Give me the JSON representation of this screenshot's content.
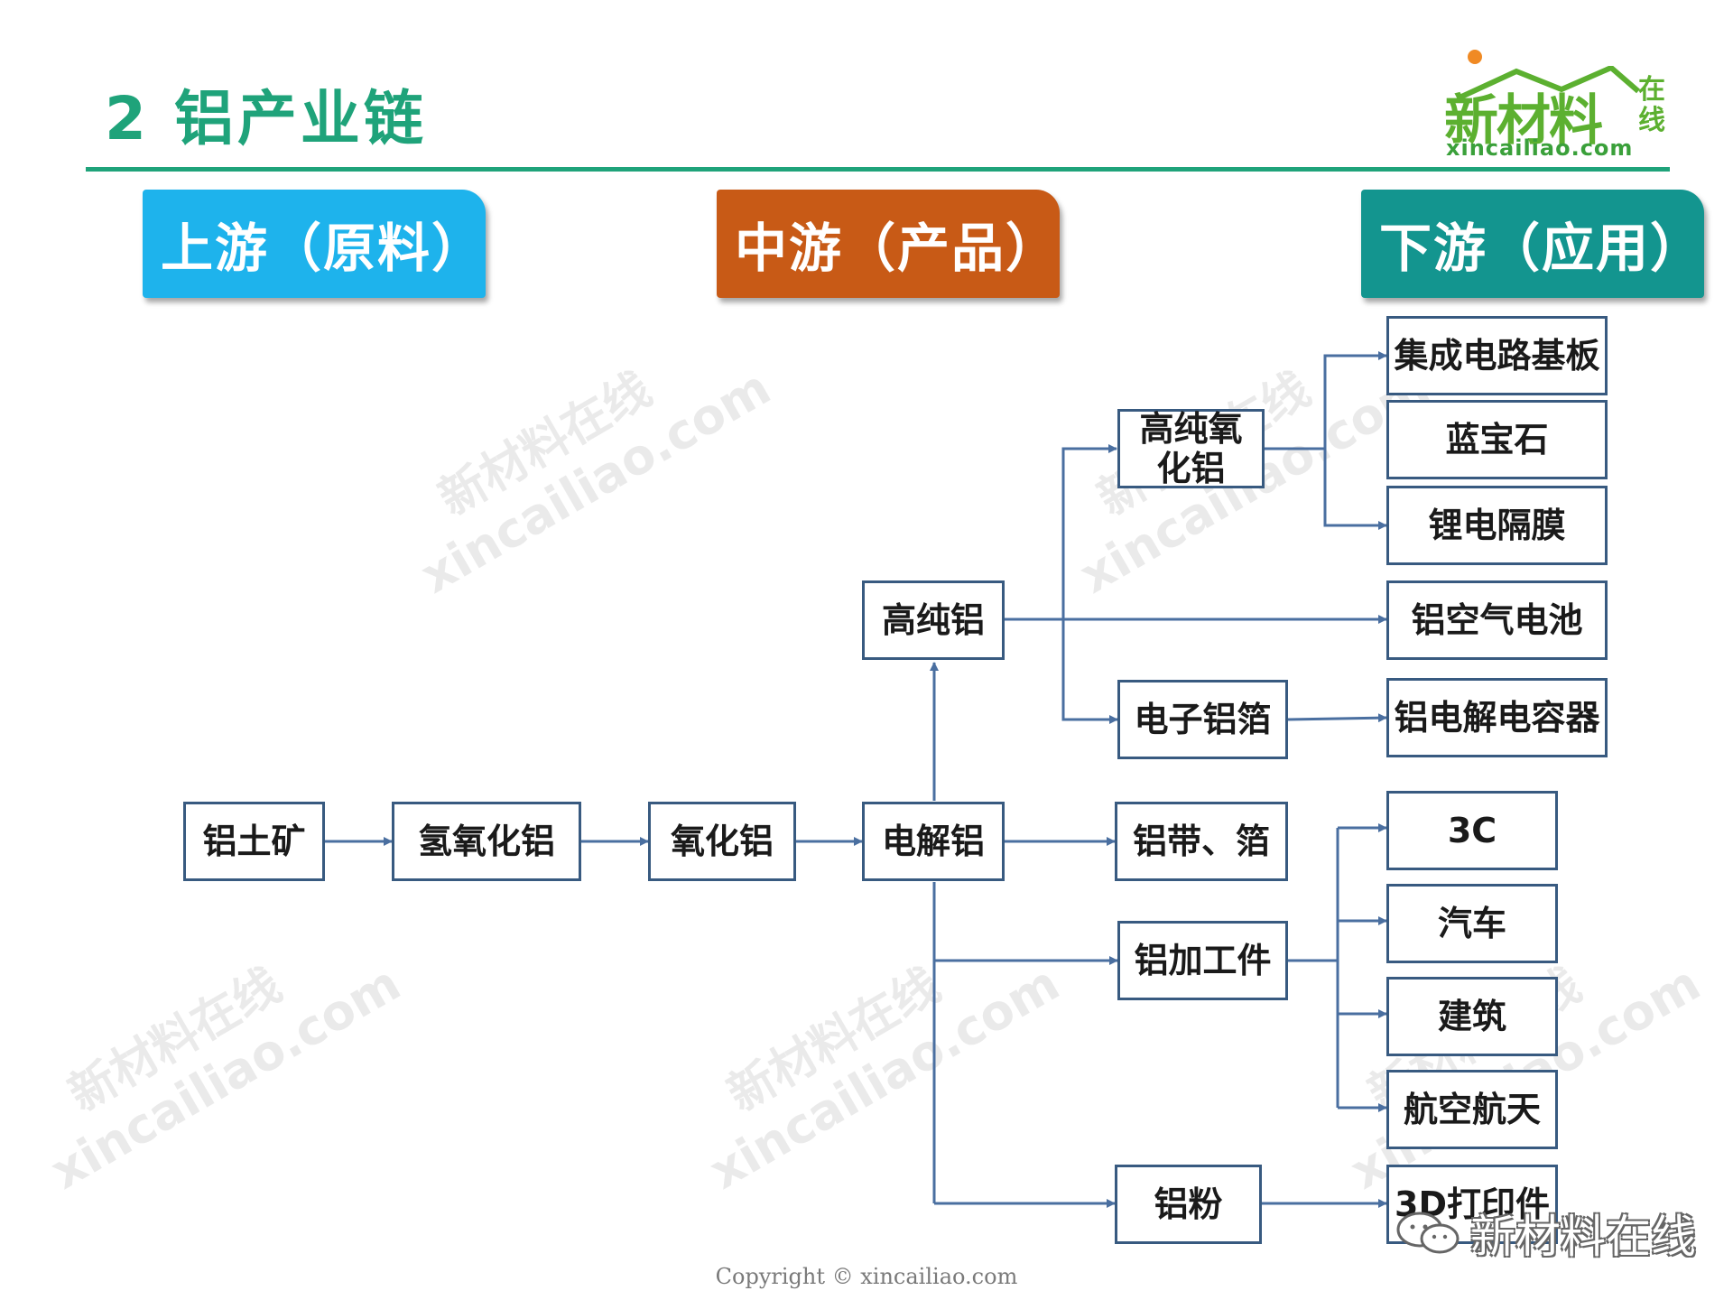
{
  "title": "2  铝产业链",
  "logo": {
    "main": "新材料",
    "side": "在线",
    "url": "xincailiao.com"
  },
  "sections": {
    "upstream": "上游（原料）",
    "midstream": "中游（产品）",
    "downstream": "下游（应用）"
  },
  "nodes": {
    "bauxite": "铝土矿",
    "aluminum_hydroxide": "氢氧化铝",
    "alumina": "氧化铝",
    "electrolytic_aluminum": "电解铝",
    "high_purity_aluminum": "高纯铝",
    "high_purity_alumina": "高纯氧化铝",
    "electronic_foil": "电子铝箔",
    "strip_foil": "铝带、箔",
    "processed_parts": "铝加工件",
    "aluminum_powder": "铝粉",
    "ic_substrate": "集成电路基板",
    "sapphire": "蓝宝石",
    "battery_separator": "锂电隔膜",
    "air_battery": "铝空气电池",
    "electrolytic_capacitor": "铝电解电容器",
    "consumer_3c": "3C",
    "automobile": "汽车",
    "construction": "建筑",
    "aerospace": "航空航天",
    "printing_3d": "3D打印件"
  },
  "watermark": {
    "line1": "新材料在线",
    "line2": "xincailiao.com"
  },
  "wechat_mark": "新材料在线",
  "copyright": "Copyright © xincailiao.com",
  "colors": {
    "title": "#1fa37a",
    "upstream": "#1eb3ec",
    "midstream": "#c85a16",
    "downstream": "#13958f",
    "box_border": "#385a80",
    "connector": "#4a6fa0"
  }
}
